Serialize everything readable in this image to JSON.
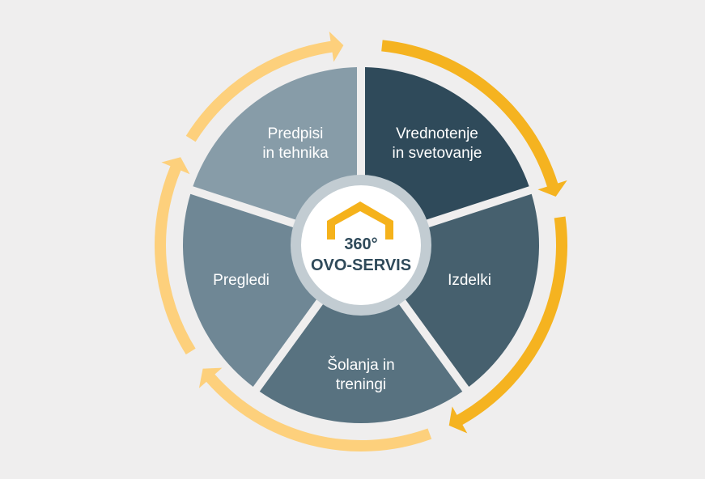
{
  "diagram": {
    "center": {
      "line1": "360°",
      "line2": "OVO-SERVIS"
    },
    "segments": [
      {
        "id": "vrednotenje",
        "lines": [
          "Vrednotenje",
          "in svetovanje"
        ],
        "color": "#2f4a5a"
      },
      {
        "id": "izdelki",
        "lines": [
          "Izdelki"
        ],
        "color": "#46606e"
      },
      {
        "id": "solanja",
        "lines": [
          "Šolanja in",
          "treningi"
        ],
        "color": "#587280"
      },
      {
        "id": "pregledi",
        "lines": [
          "Pregledi"
        ],
        "color": "#6f8795"
      },
      {
        "id": "predpisi",
        "lines": [
          "Predpisi",
          "in tehnika"
        ],
        "color": "#879ca8"
      }
    ],
    "colors": {
      "background": "#efeeee",
      "ring": "#c2ccd2",
      "center_fill": "#ffffff",
      "center_text": "#2f4a5a",
      "house_icon": "#f5b21b",
      "arrow_dark": "#f5b320",
      "arrow_light": "#fdd07c"
    },
    "icons": {
      "center_icon": "house-roof-icon"
    }
  }
}
